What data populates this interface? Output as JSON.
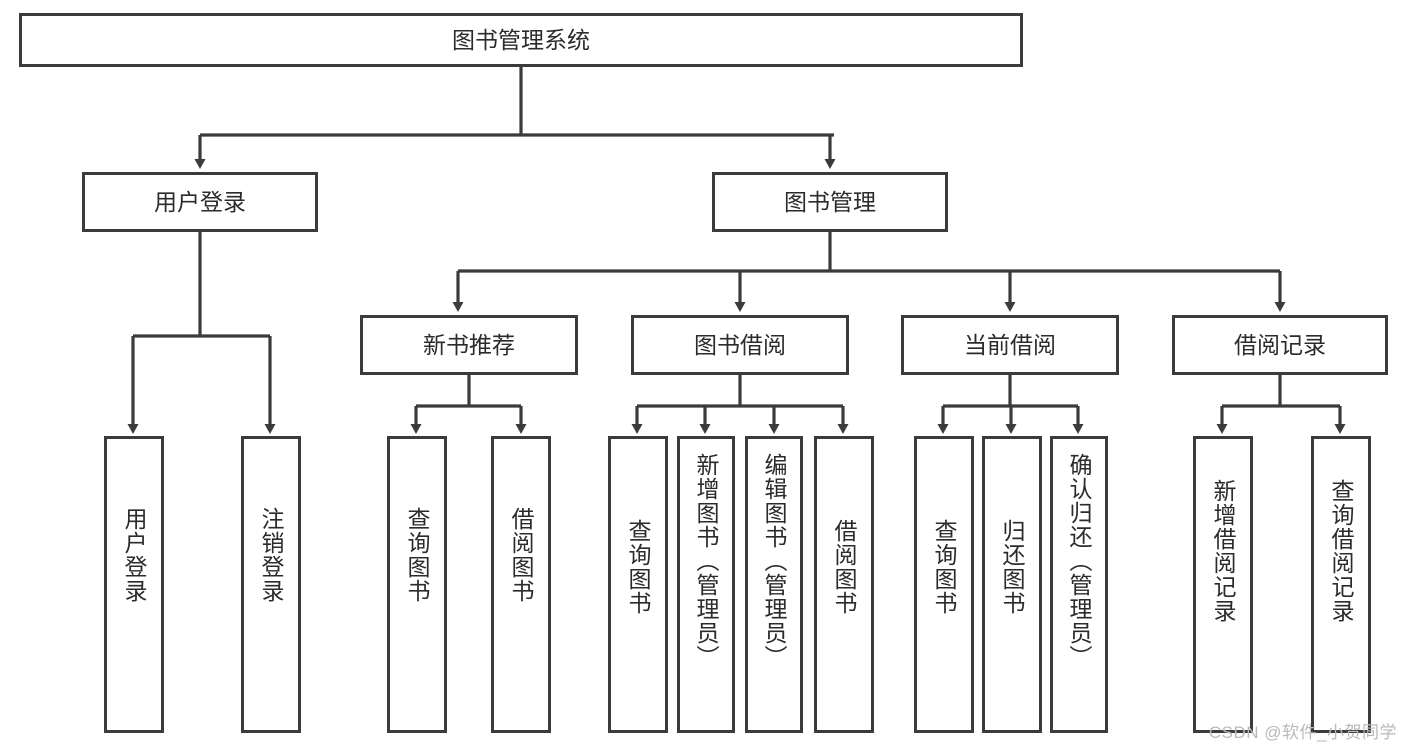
{
  "diagram": {
    "title": "图书管理系统",
    "type": "tree",
    "watermark": "CSDN @软件_小贺同学",
    "colors": {
      "background": "#ffffff",
      "border": "#3b3b3b",
      "text": "#2b2b2b",
      "watermark": "#b9b9b9"
    },
    "nodes": {
      "root": {
        "label": "图书管理系统"
      },
      "level1": [
        {
          "id": "user-login",
          "label": "用户登录"
        },
        {
          "id": "book-manage",
          "label": "图书管理"
        }
      ],
      "level2": [
        {
          "id": "new-book-rec",
          "label": "新书推荐",
          "parent": "book-manage"
        },
        {
          "id": "book-borrow",
          "label": "图书借阅",
          "parent": "book-manage"
        },
        {
          "id": "current-borrow",
          "label": "当前借阅",
          "parent": "book-manage"
        },
        {
          "id": "borrow-record",
          "label": "借阅记录",
          "parent": "book-manage"
        }
      ],
      "leaves": [
        {
          "id": "leaf-user-login",
          "label": "用户登录",
          "parent": "user-login"
        },
        {
          "id": "leaf-logout",
          "label": "注销登录",
          "parent": "user-login"
        },
        {
          "id": "leaf-query-book-1",
          "label": "查询图书",
          "parent": "new-book-rec"
        },
        {
          "id": "leaf-borrow-book-1",
          "label": "借阅图书",
          "parent": "new-book-rec"
        },
        {
          "id": "leaf-query-book-2",
          "label": "查询图书",
          "parent": "book-borrow"
        },
        {
          "id": "leaf-add-book",
          "label": "新增图书（管理员）",
          "parent": "book-borrow"
        },
        {
          "id": "leaf-edit-book",
          "label": "编辑图书（管理员）",
          "parent": "book-borrow"
        },
        {
          "id": "leaf-borrow-book-2",
          "label": "借阅图书",
          "parent": "book-borrow"
        },
        {
          "id": "leaf-query-book-3",
          "label": "查询图书",
          "parent": "current-borrow"
        },
        {
          "id": "leaf-return-book",
          "label": "归还图书",
          "parent": "current-borrow"
        },
        {
          "id": "leaf-confirm-return",
          "label": "确认归还（管理员）",
          "parent": "current-borrow"
        },
        {
          "id": "leaf-add-record",
          "label": "新增借阅记录",
          "parent": "borrow-record"
        },
        {
          "id": "leaf-query-record",
          "label": "查询借阅记录",
          "parent": "borrow-record"
        }
      ]
    }
  }
}
